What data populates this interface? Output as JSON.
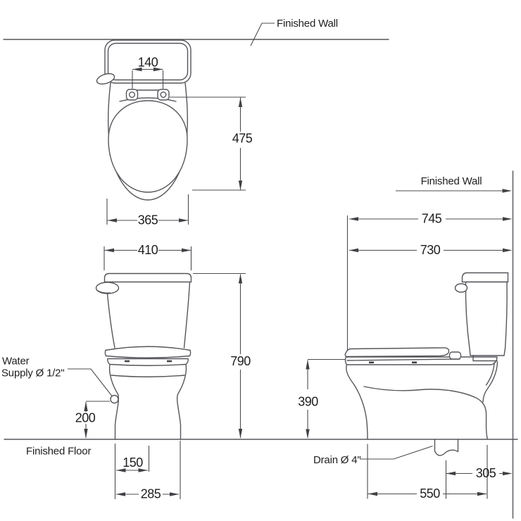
{
  "colors": {
    "line": "#55565a",
    "dimension_line": "#4b4c50",
    "text": "#1e1e20",
    "background": "#ffffff"
  },
  "annotations": {
    "finished_wall_top": "Finished Wall",
    "finished_wall_side": "Finished Wall",
    "finished_floor": "Finished Floor",
    "water_supply_line1": "Water",
    "water_supply_line2": "Supply Ø 1/2\"",
    "drain": "Drain Ø 4\""
  },
  "top_view": {
    "hinge_spacing_mm": "140",
    "bowl_length_mm": "475",
    "bowl_width_mm": "365"
  },
  "front_view": {
    "tank_width_mm": "410",
    "overall_height_mm": "790",
    "water_supply_height_mm": "200",
    "outlet_offset_mm": "150",
    "base_width_mm": "285"
  },
  "side_view": {
    "depth_incl_seat_mm": "745",
    "overall_depth_mm": "730",
    "rim_height_mm": "390",
    "drain_center_to_wall_mm": "305",
    "base_depth_mm": "550"
  }
}
